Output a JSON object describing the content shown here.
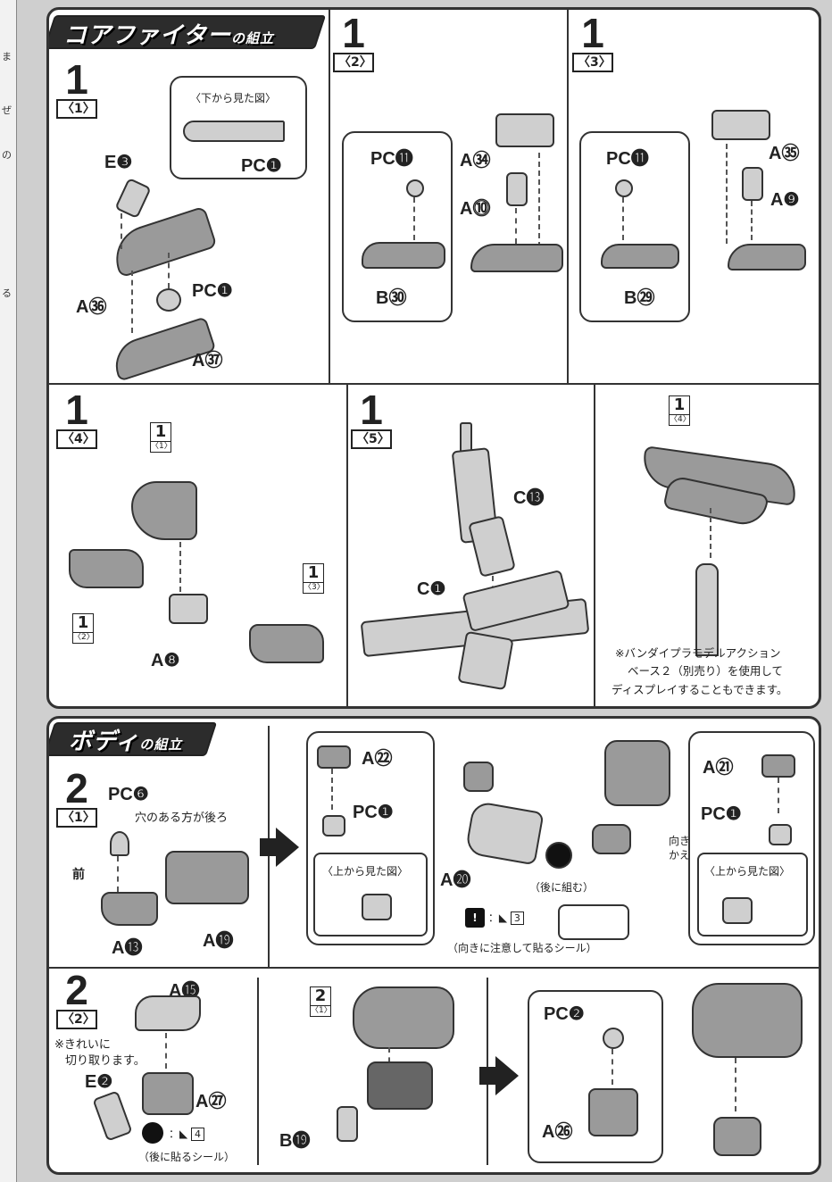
{
  "edge": {
    "chars": [
      "ま",
      "ぜ",
      "の",
      "る"
    ]
  },
  "section1": {
    "title": "コアファイター",
    "title_suffix": "の組立",
    "steps": {
      "s1_1": {
        "num": "1",
        "sub": "〈1〉",
        "view_note": "〈下から見た図〉",
        "labels": {
          "e3": "E❸",
          "pc1a": "PC❶",
          "a36": "A㊱",
          "pc1b": "PC❶",
          "a37": "A㊲"
        }
      },
      "s1_2": {
        "num": "1",
        "sub": "〈2〉",
        "labels": {
          "pc11": "PC⓫",
          "a34": "A㉞",
          "a10": "A⓾",
          "b30": "B㉚"
        }
      },
      "s1_3": {
        "num": "1",
        "sub": "〈3〉",
        "labels": {
          "pc11": "PC⓫",
          "a35": "A㉟",
          "a9": "A❾",
          "b29": "B㉙"
        }
      },
      "s1_4": {
        "num": "1",
        "sub": "〈4〉",
        "refs": [
          {
            "n": "1",
            "s": "〈1〉"
          },
          {
            "n": "1",
            "s": "〈2〉"
          },
          {
            "n": "1",
            "s": "〈3〉"
          }
        ],
        "labels": {
          "a8": "A❽"
        }
      },
      "s1_5": {
        "num": "1",
        "sub": "〈5〉",
        "labels": {
          "c13": "C⓭",
          "c1": "C❶"
        },
        "ref": {
          "n": "1",
          "s": "〈4〉"
        },
        "note_lines": [
          "※バンダイプラモデルアクション",
          "ベース２（別売り）を使用して",
          "ディスプレイすることもできます。"
        ]
      }
    }
  },
  "section2": {
    "title": "ボディ",
    "title_suffix": "の組立",
    "steps": {
      "s2_1": {
        "num": "2",
        "sub": "〈1〉",
        "labels": {
          "pc6": "PC❻",
          "a13": "A⓭",
          "a19": "A⓳",
          "a22": "A㉒",
          "pc1a": "PC❶",
          "a21": "A㉑",
          "pc1b": "PC❶",
          "a20": "A⓴"
        },
        "hole_note": "穴のある方が後ろ",
        "front": "前",
        "view_a": "〈上から見た図〉",
        "view_b": "〈上から見た図〉",
        "later": "（後に組む）",
        "turn_lines": [
          "向きを",
          "かえます。"
        ],
        "sticker_num": "3",
        "sticker_note": "（向きに注意して貼るシール）"
      },
      "s2_2": {
        "num": "2",
        "sub": "〈2〉",
        "labels": {
          "a15": "A⓯",
          "e2": "E❷",
          "a27": "A㉗",
          "b19": "B⓳",
          "pc2": "PC❷",
          "a26": "A㉖"
        },
        "cut_lines": [
          "※きれいに",
          "切り取ります。"
        ],
        "ref": {
          "n": "2",
          "s": "〈1〉"
        },
        "sticker_num": "4",
        "sticker_note": "（後に貼るシール）"
      }
    }
  }
}
